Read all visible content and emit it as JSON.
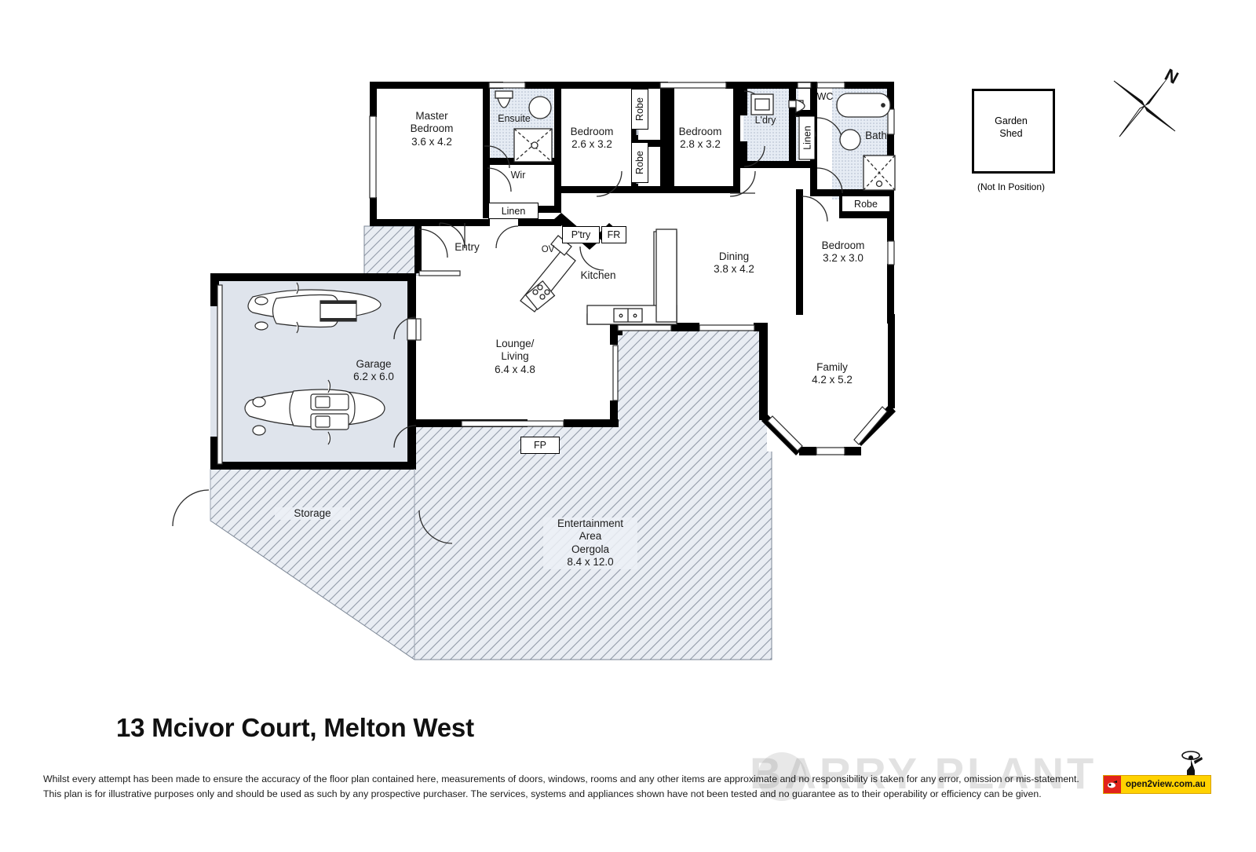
{
  "document": {
    "title": "13 Mcivor Court, Melton West",
    "type": "floor-plan"
  },
  "footer": {
    "disclaimer_line1": "Whilst every attempt has been made to ensure the accuracy of the floor plan contained here, measurements of doors, windows, rooms and any other items are approximate and no responsibility is taken for any error, omission or mis-statement.",
    "disclaimer_line2": "This plan is for illustrative purposes only and should be used as such by any prospective purchaser. The services, systems and appliances shown have not been tested and no guarantee as to their operability or efficiency can be given.",
    "watermark": "BARRY PLANT",
    "badge_text": "open2view.com.au"
  },
  "annotations": {
    "garden_shed": {
      "label": "Garden\nShed",
      "note": "(Not In Position)"
    },
    "compass_north": "N"
  },
  "rooms": [
    {
      "id": "master-bedroom",
      "name": "Master\nBedroom",
      "dims": "3.6 x 4.2"
    },
    {
      "id": "ensuite",
      "name": "Ensuite",
      "dims": ""
    },
    {
      "id": "wir",
      "name": "Wir",
      "dims": ""
    },
    {
      "id": "bedroom-2",
      "name": "Bedroom",
      "dims": "2.6 x 3.2"
    },
    {
      "id": "bedroom-3",
      "name": "Bedroom",
      "dims": "2.8 x 3.2"
    },
    {
      "id": "laundry",
      "name": "L'dry",
      "dims": ""
    },
    {
      "id": "bath",
      "name": "Bath",
      "dims": ""
    },
    {
      "id": "bedroom-4",
      "name": "Bedroom",
      "dims": "3.2 x 3.0"
    },
    {
      "id": "entry",
      "name": "Entry",
      "dims": ""
    },
    {
      "id": "kitchen",
      "name": "Kitchen",
      "dims": ""
    },
    {
      "id": "dining",
      "name": "Dining",
      "dims": "3.8 x 4.2"
    },
    {
      "id": "lounge-living",
      "name": "Lounge/\nLiving",
      "dims": "6.4 x 4.8"
    },
    {
      "id": "family",
      "name": "Family",
      "dims": "4.2 x 5.2"
    },
    {
      "id": "garage",
      "name": "Garage",
      "dims": "6.2 x 6.0"
    },
    {
      "id": "storage",
      "name": "Storage",
      "dims": ""
    },
    {
      "id": "entertainment-area",
      "name": "Entertainment\nArea\nOergola",
      "dims": "8.4 x 12.0"
    }
  ],
  "room_labels": {
    "master_bedroom_name": "Master",
    "master_bedroom_name2": "Bedroom",
    "master_bedroom_dims": "3.6 x 4.2",
    "ensuite": "Ensuite",
    "wir": "Wir",
    "linen_entry": "Linen",
    "linen_bath": "Linen",
    "bedroom2_name": "Bedroom",
    "bedroom2_dims": "2.6 x 3.2",
    "bedroom3_name": "Bedroom",
    "bedroom3_dims": "2.8 x 3.2",
    "bedroom4_name": "Bedroom",
    "bedroom4_dims": "3.2 x 3.0",
    "laundry": "L'dry",
    "wc": "WC",
    "bath": "Bath",
    "robe_top": "Robe",
    "robe_mid": "Robe",
    "robe_bed4": "Robe",
    "entry": "Entry",
    "pantry": "P'try",
    "fridge": "FR",
    "oven": "OV",
    "kitchen": "Kitchen",
    "dining_name": "Dining",
    "dining_dims": "3.8 x 4.2",
    "lounge_name": "Lounge/",
    "lounge_name2": "Living",
    "lounge_dims": "6.4 x 4.8",
    "fireplace": "FP",
    "family_name": "Family",
    "family_dims": "4.2 x 5.2",
    "garage_name": "Garage",
    "garage_dims": "6.2 x 6.0",
    "storage": "Storage",
    "ent_name1": "Entertainment",
    "ent_name2": "Area",
    "ent_name3": "Oergola",
    "ent_dims": "8.4 x 12.0"
  },
  "colors": {
    "wall": "#000000",
    "hatch_fill": "#e6eaf0",
    "garage_fill": "#dfe4ec",
    "wet_area_fill": "#e3e9f2",
    "badge_red": "#e2231a",
    "badge_yellow": "#ffd200"
  }
}
